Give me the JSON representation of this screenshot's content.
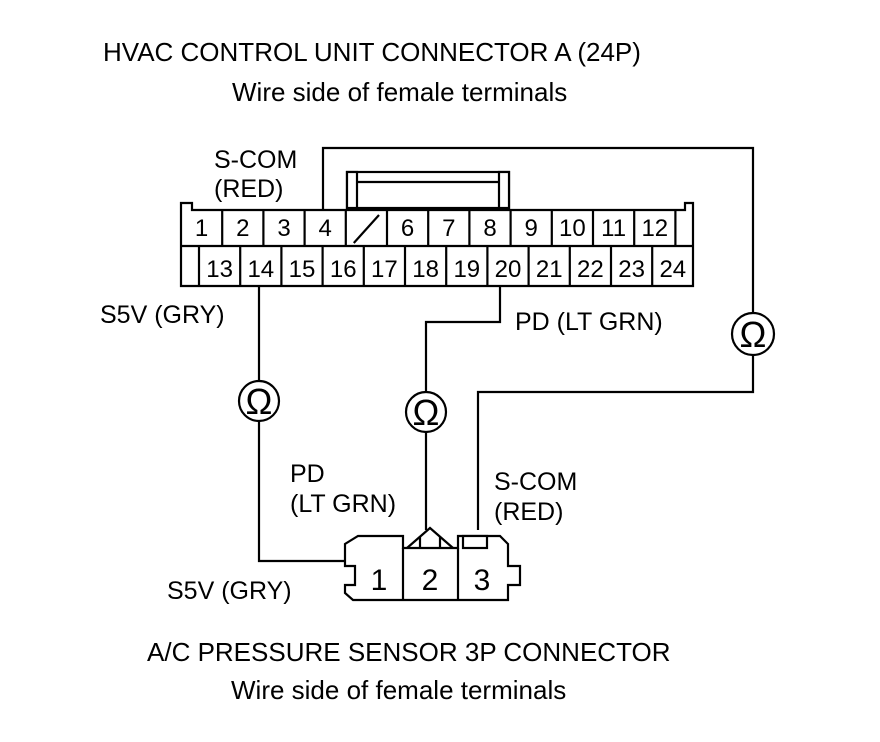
{
  "header": {
    "title": "HVAC CONTROL UNIT CONNECTOR A (24P)",
    "subtitle": "Wire side of female terminals"
  },
  "footer": {
    "title": "A/C PRESSURE SENSOR 3P CONNECTOR",
    "subtitle": "Wire side of female terminals"
  },
  "connector_a": {
    "top_pins": [
      "1",
      "2",
      "3",
      "4",
      "",
      "6",
      "7",
      "8",
      "9",
      "10",
      "11",
      "12"
    ],
    "bottom_pins": [
      "13",
      "14",
      "15",
      "16",
      "17",
      "18",
      "19",
      "20",
      "21",
      "22",
      "23",
      "24"
    ]
  },
  "sensor_connector": {
    "pins": [
      "1",
      "2",
      "3"
    ]
  },
  "labels": {
    "scom_top_1": "S-COM",
    "scom_top_2": "(RED)",
    "s5v_top": "S5V (GRY)",
    "pd_top": "PD (LT GRN)",
    "pd_bottom_1": "PD",
    "pd_bottom_2": "(LT GRN)",
    "scom_bottom_1": "S-COM",
    "scom_bottom_2": "(RED)",
    "s5v_bottom": "S5V (GRY)"
  },
  "meters": {
    "symbol": "Ω"
  }
}
